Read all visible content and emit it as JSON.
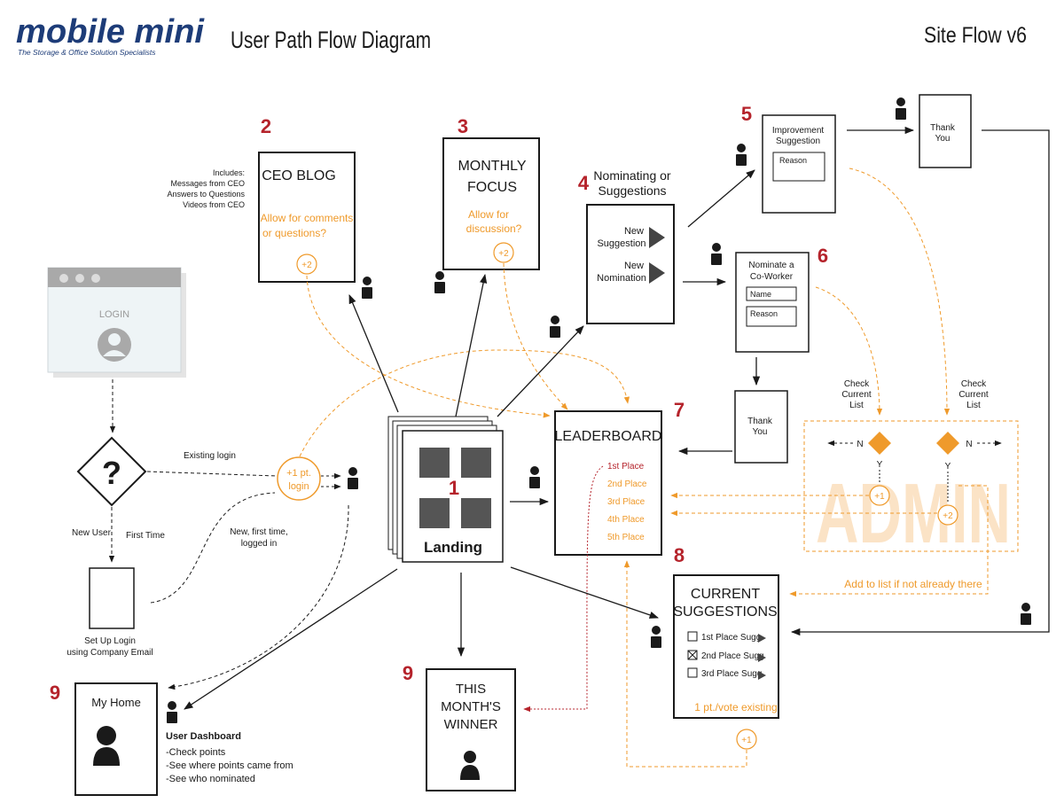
{
  "header": {
    "logo_main": "mobile mini",
    "logo_tagline": "The Storage & Office Solution Specialists",
    "title": "User Path Flow Diagram",
    "version": "Site Flow v6"
  },
  "colors": {
    "ink": "#1a1a1a",
    "accent_orange": "#ef9a2b",
    "step_red": "#b5232b",
    "logo_blue": "#1d3c78",
    "login_grey": "#a9a9a9",
    "admin_watermark": "#fbe3c6"
  },
  "login": {
    "label": "LOGIN",
    "decision_symbol": "?",
    "existing_label": "Existing login",
    "new_user_label": "New User",
    "first_time_label": "First Time",
    "setup_line1": "Set Up Login",
    "setup_line2": "using Company Email",
    "new_first_line1": "New, first time,",
    "new_first_line2": "logged in",
    "points_line1": "+1 pt.",
    "points_line2": "login"
  },
  "steps": {
    "landing": {
      "num": "1",
      "label": "Landing"
    },
    "ceo_blog": {
      "num": "2",
      "title": "CEO BLOG",
      "note_line1": "Allow for comments",
      "note_line2": "or questions?",
      "points": "+2",
      "includes": [
        "Includes:",
        "Messages from CEO",
        "Answers to Questions",
        "Videos from CEO"
      ]
    },
    "monthly_focus": {
      "num": "3",
      "title_line1": "MONTHLY",
      "title_line2": "FOCUS",
      "note_line1": "Allow for",
      "note_line2": "discussion?",
      "points": "+2"
    },
    "nominating": {
      "num": "4",
      "title_line1": "Nominating or",
      "title_line2": "Suggestions",
      "opt1_line1": "New",
      "opt1_line2": "Suggestion",
      "opt2_line1": "New",
      "opt2_line2": "Nomination"
    },
    "improvement": {
      "num": "5",
      "title_line1": "Improvement",
      "title_line2": "Suggestion",
      "field": "Reason"
    },
    "thank_you_top": {
      "line1": "Thank",
      "line2": "You"
    },
    "nominate": {
      "num": "6",
      "title_line1": "Nominate a",
      "title_line2": "Co-Worker",
      "field1": "Name",
      "field2": "Reason"
    },
    "thank_you_mid": {
      "line1": "Thank",
      "line2": "You"
    },
    "leaderboard": {
      "num": "7",
      "title": "LEADERBOARD",
      "places": [
        "1st Place",
        "2nd Place",
        "3rd Place",
        "4th Place",
        "5th Place"
      ]
    },
    "current_suggestions": {
      "num": "8",
      "title_line1": "CURRENT",
      "title_line2": "SUGGESTIONS",
      "items": [
        "1st Place Sugg",
        "2nd Place Sugg",
        "3rd Place Sugg."
      ],
      "footer": "1 pt./vote existing",
      "points": "+1"
    },
    "winner": {
      "num": "9",
      "line1": "THIS",
      "line2": "MONTH'S",
      "line3": "WINNER"
    },
    "my_home": {
      "num": "9",
      "title": "My Home",
      "dashboard_title": "User Dashboard",
      "dashboard_items": [
        "-Check points",
        "-See where points came from",
        "-See who nominated"
      ]
    }
  },
  "admin": {
    "watermark": "ADMIN",
    "check1": [
      "Check",
      "Current",
      "List"
    ],
    "check2": [
      "Check",
      "Current",
      "List"
    ],
    "n_label": "N",
    "y_label": "Y",
    "points1": "+1",
    "points2": "+2",
    "add_note": "Add to list if not already there"
  }
}
